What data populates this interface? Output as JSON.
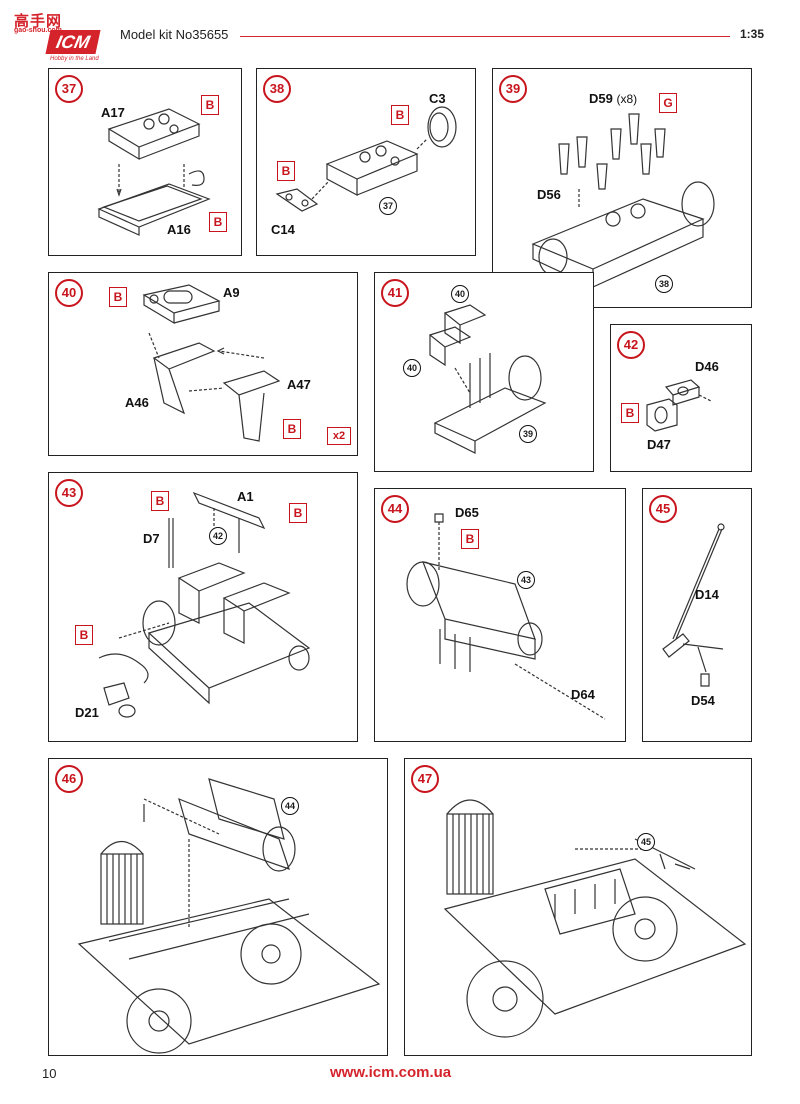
{
  "header": {
    "logo_top": "高手网",
    "logo_site": "gao-shou.com",
    "logo_brand": "ICM",
    "logo_tagline": "Hobby in the Land",
    "title": "Model kit No35655",
    "scale": "1:35"
  },
  "colors": {
    "accent": "#c8151d",
    "line": "#222222"
  },
  "steps": [
    {
      "number": "37",
      "labels": [
        "A17",
        "A16"
      ],
      "markers": [
        "B",
        "B"
      ]
    },
    {
      "number": "38",
      "labels": [
        "C3",
        "C14"
      ],
      "markers": [
        "B",
        "B"
      ],
      "refs": [
        "37"
      ]
    },
    {
      "number": "39",
      "labels": [
        "D59",
        "D56"
      ],
      "quantity": "(x8)",
      "markers": [
        "G"
      ],
      "refs": [
        "38"
      ]
    },
    {
      "number": "40",
      "labels": [
        "A9",
        "A47",
        "A46"
      ],
      "markers": [
        "B",
        "B"
      ],
      "multiplier": "x2"
    },
    {
      "number": "41",
      "refs": [
        "40",
        "40",
        "39"
      ]
    },
    {
      "number": "42",
      "labels": [
        "D46",
        "D47"
      ],
      "markers": [
        "B"
      ]
    },
    {
      "number": "43",
      "labels": [
        "A1",
        "D7",
        "D21"
      ],
      "markers": [
        "B",
        "B",
        "B"
      ],
      "refs": [
        "42"
      ]
    },
    {
      "number": "44",
      "labels": [
        "D65",
        "D64"
      ],
      "markers": [
        "B"
      ],
      "refs": [
        "43"
      ]
    },
    {
      "number": "45",
      "labels": [
        "D14",
        "D54"
      ]
    },
    {
      "number": "46",
      "refs": [
        "44"
      ]
    },
    {
      "number": "47",
      "refs": [
        "45"
      ]
    }
  ],
  "footer": {
    "page_number": "10",
    "url": "www.icm.com.ua"
  }
}
